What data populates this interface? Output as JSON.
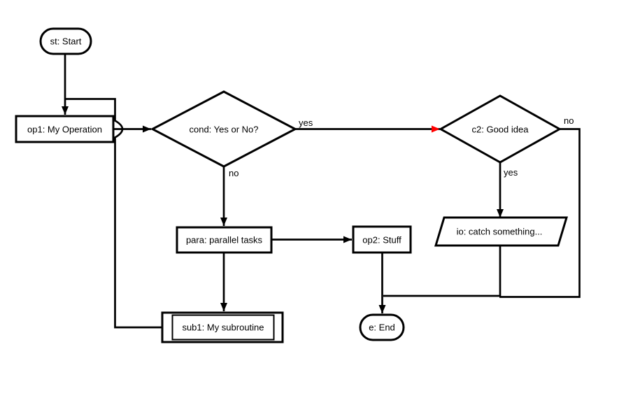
{
  "diagram": {
    "type": "flowchart",
    "background": "#ffffff",
    "colors": {
      "node_stroke": "#000000",
      "node_fill": "#ffffff",
      "text": "#000000",
      "edge_default": "#000000",
      "edge_highlight_red": "#ff0000",
      "edge_highlight_cyan": "#0de4e4"
    },
    "nodes": {
      "st": {
        "label": "st: Start",
        "type": "start"
      },
      "op1": {
        "label": "op1: My Operation",
        "type": "operation"
      },
      "cond": {
        "label": "cond: Yes or No?",
        "type": "condition"
      },
      "c2": {
        "label": "c2: Good idea",
        "type": "condition"
      },
      "para": {
        "label": "para: parallel tasks",
        "type": "parallel"
      },
      "op2": {
        "label": "op2: Stuff",
        "type": "operation"
      },
      "io": {
        "label": "io: catch something...",
        "type": "inputoutput"
      },
      "sub1": {
        "label": "sub1: My subroutine",
        "type": "subroutine"
      },
      "e": {
        "label": "e: End",
        "type": "end"
      }
    },
    "edge_labels": {
      "cond_yes": "yes",
      "cond_no": "no",
      "c2_no": "no",
      "c2_yes": "yes"
    }
  }
}
